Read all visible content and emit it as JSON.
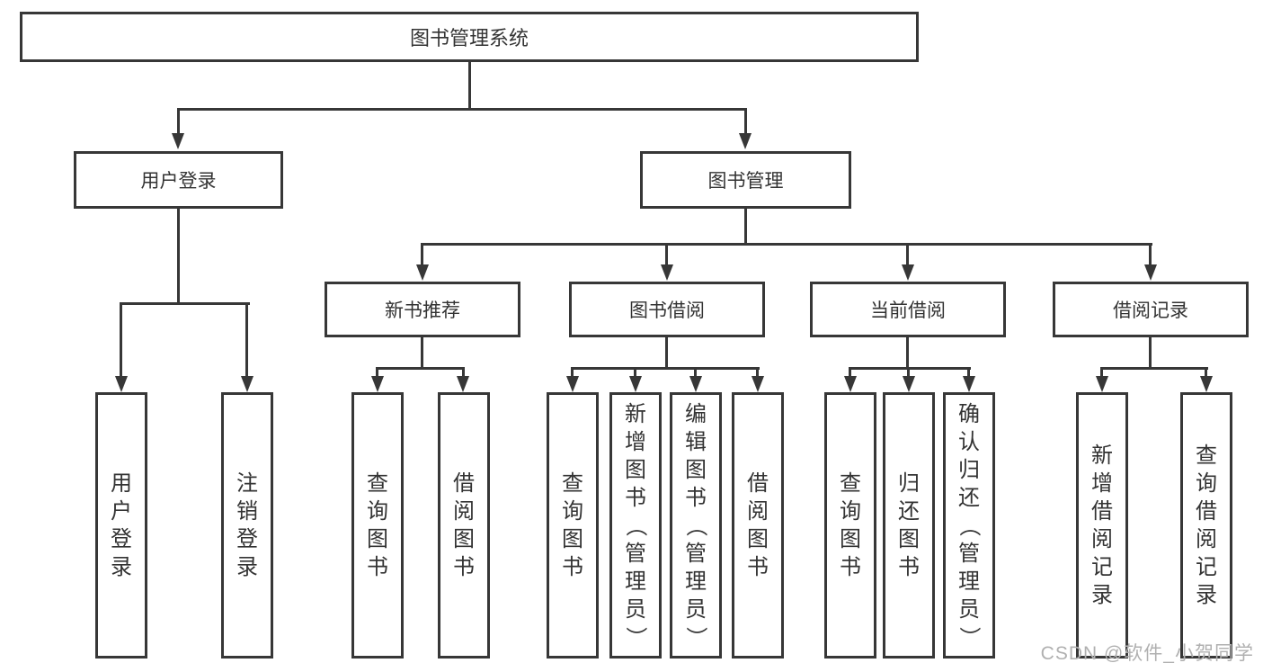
{
  "diagram": {
    "title": "图书管理系统",
    "root": {
      "label": "图书管理系统"
    },
    "level2": [
      {
        "id": "user-login",
        "label": "用户登录"
      },
      {
        "id": "book-management",
        "label": "图书管理"
      }
    ],
    "level3": [
      {
        "id": "new-book-recommend",
        "label": "新书推荐",
        "parent": "图书管理"
      },
      {
        "id": "book-borrow",
        "label": "图书借阅",
        "parent": "图书管理"
      },
      {
        "id": "current-borrow",
        "label": "当前借阅",
        "parent": "图书管理"
      },
      {
        "id": "borrow-records",
        "label": "借阅记录",
        "parent": "图书管理"
      }
    ],
    "leaves": [
      {
        "label": "用户登录",
        "parent": "用户登录"
      },
      {
        "label": "注销登录",
        "parent": "用户登录"
      },
      {
        "label": "查询图书",
        "parent": "新书推荐"
      },
      {
        "label": "借阅图书",
        "parent": "新书推荐"
      },
      {
        "label": "查询图书",
        "parent": "图书借阅"
      },
      {
        "label": "新增图书（管理员）",
        "parent": "图书借阅"
      },
      {
        "label": "编辑图书（管理员）",
        "parent": "图书借阅"
      },
      {
        "label": "借阅图书",
        "parent": "图书借阅"
      },
      {
        "label": "查询图书",
        "parent": "当前借阅"
      },
      {
        "label": "归还图书",
        "parent": "当前借阅"
      },
      {
        "label": "确认归还（管理员）",
        "parent": "当前借阅"
      },
      {
        "label": "新增借阅记录",
        "parent": "借阅记录"
      },
      {
        "label": "查询借阅记录",
        "parent": "借阅记录"
      }
    ],
    "watermark": "CSDN @软件_小贺同学",
    "colors": {
      "line": "#373737",
      "border": "#373737",
      "text": "#333333",
      "watermark": "#b0b0b0",
      "background": "#ffffff"
    }
  }
}
